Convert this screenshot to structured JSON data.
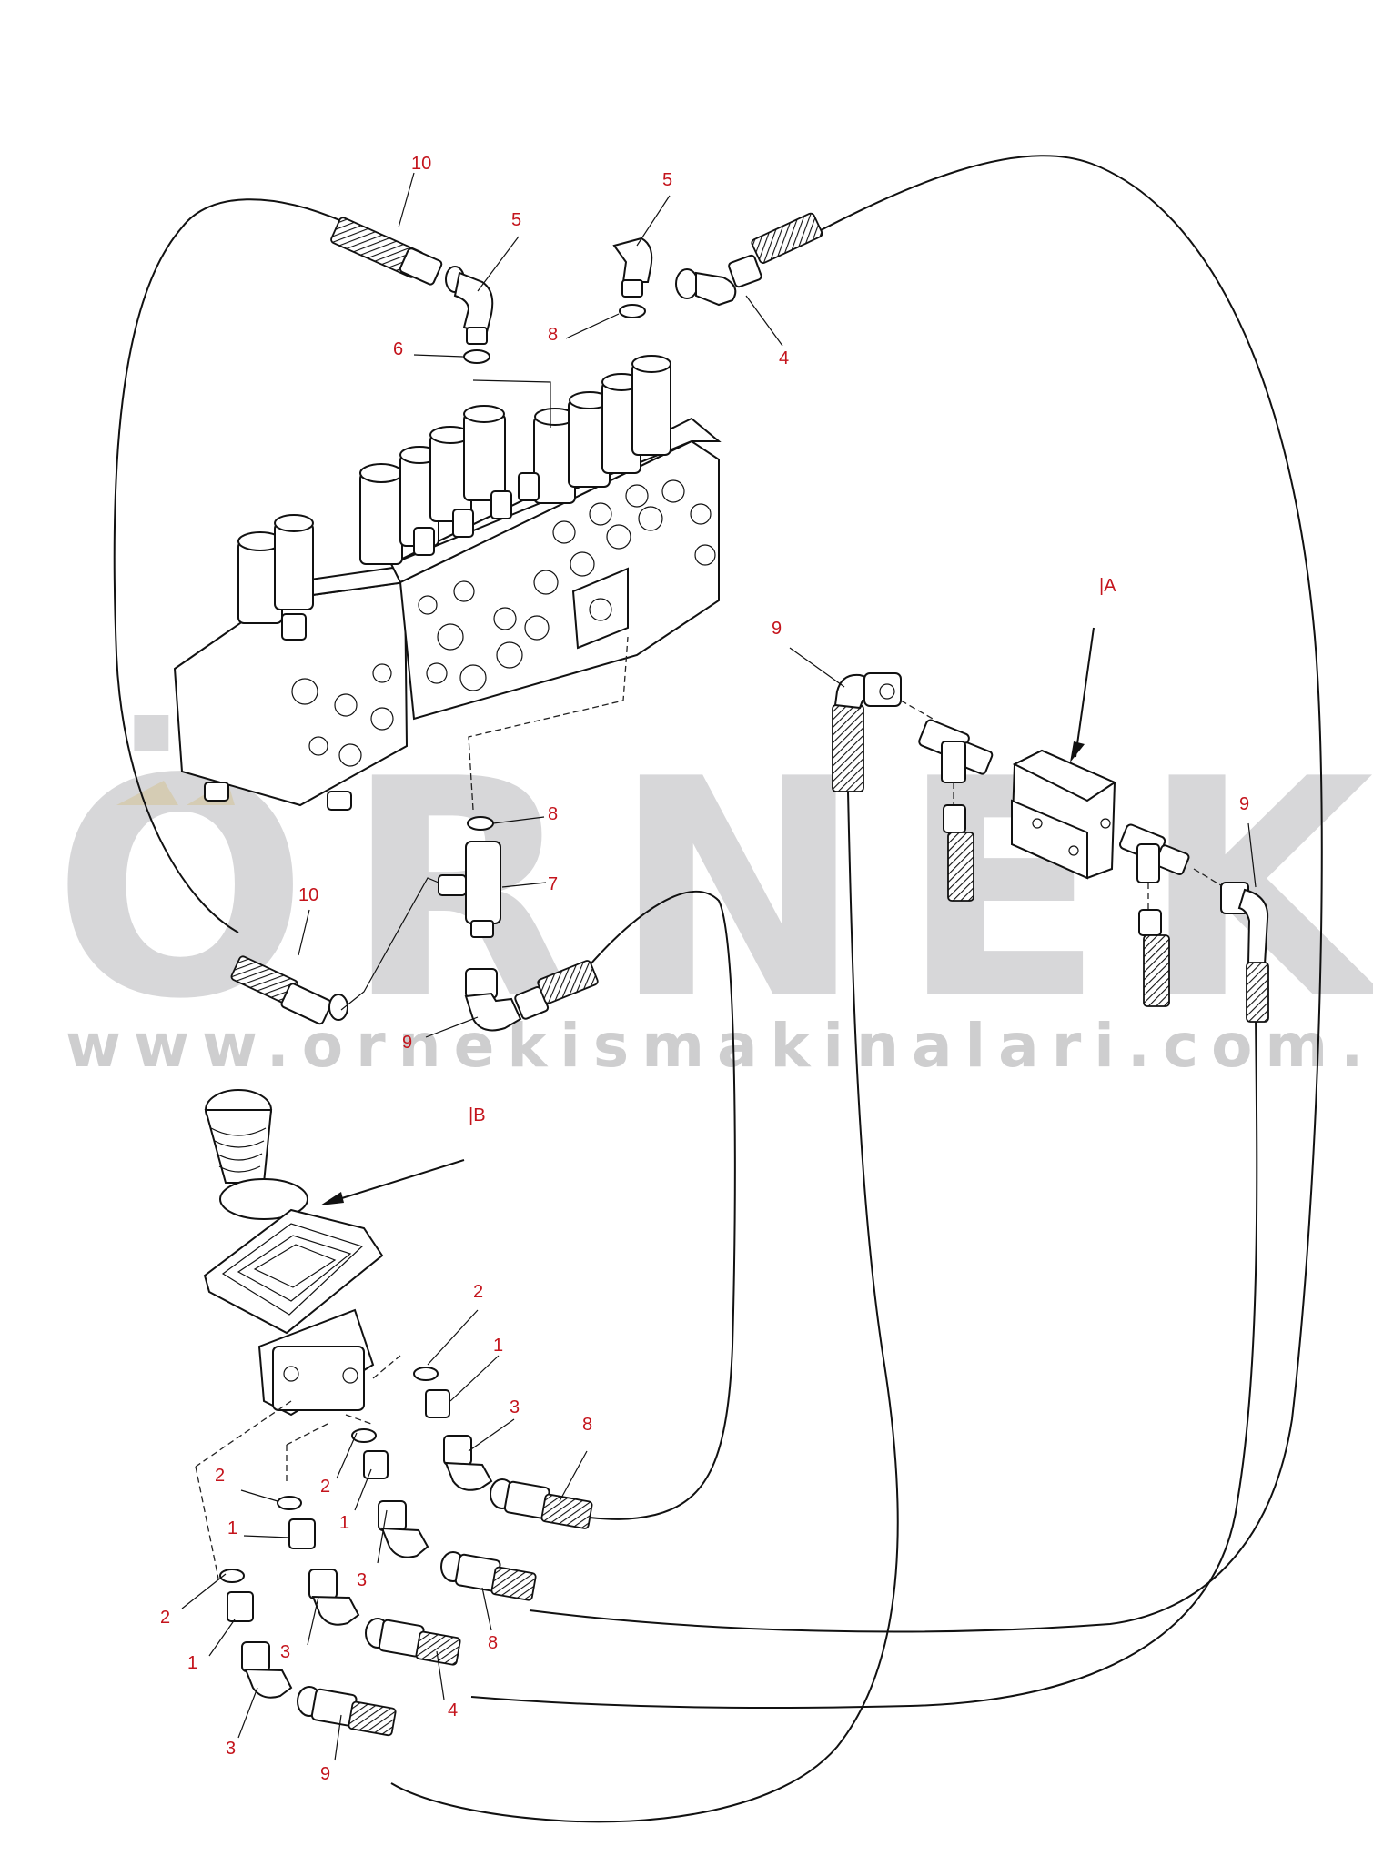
{
  "watermark": {
    "brand": "ÖRNEK",
    "website": "www.ornekismakinalari.com.tr",
    "accent_color": "#f5d77a",
    "text_color": "#c9c9cb"
  },
  "reference_marks": {
    "a": "|A",
    "b": "|B"
  },
  "callouts": {
    "c1": "10",
    "c2": "5",
    "c3": "5",
    "c4": "6",
    "c5": "8",
    "c6": "4",
    "c7": "9",
    "c8": "8",
    "c9": "7",
    "c10": "10",
    "c11": "9",
    "c12": "9",
    "c13": "2",
    "c14": "1",
    "c15": "3",
    "c16": "8",
    "c17": "2",
    "c18": "2",
    "c19": "1",
    "c20": "1",
    "c21": "3",
    "c22": "2",
    "c23": "1",
    "c24": "3",
    "c25": "8",
    "c26": "4",
    "c27": "3",
    "c28": "9"
  },
  "callout_color": "#c4141c"
}
